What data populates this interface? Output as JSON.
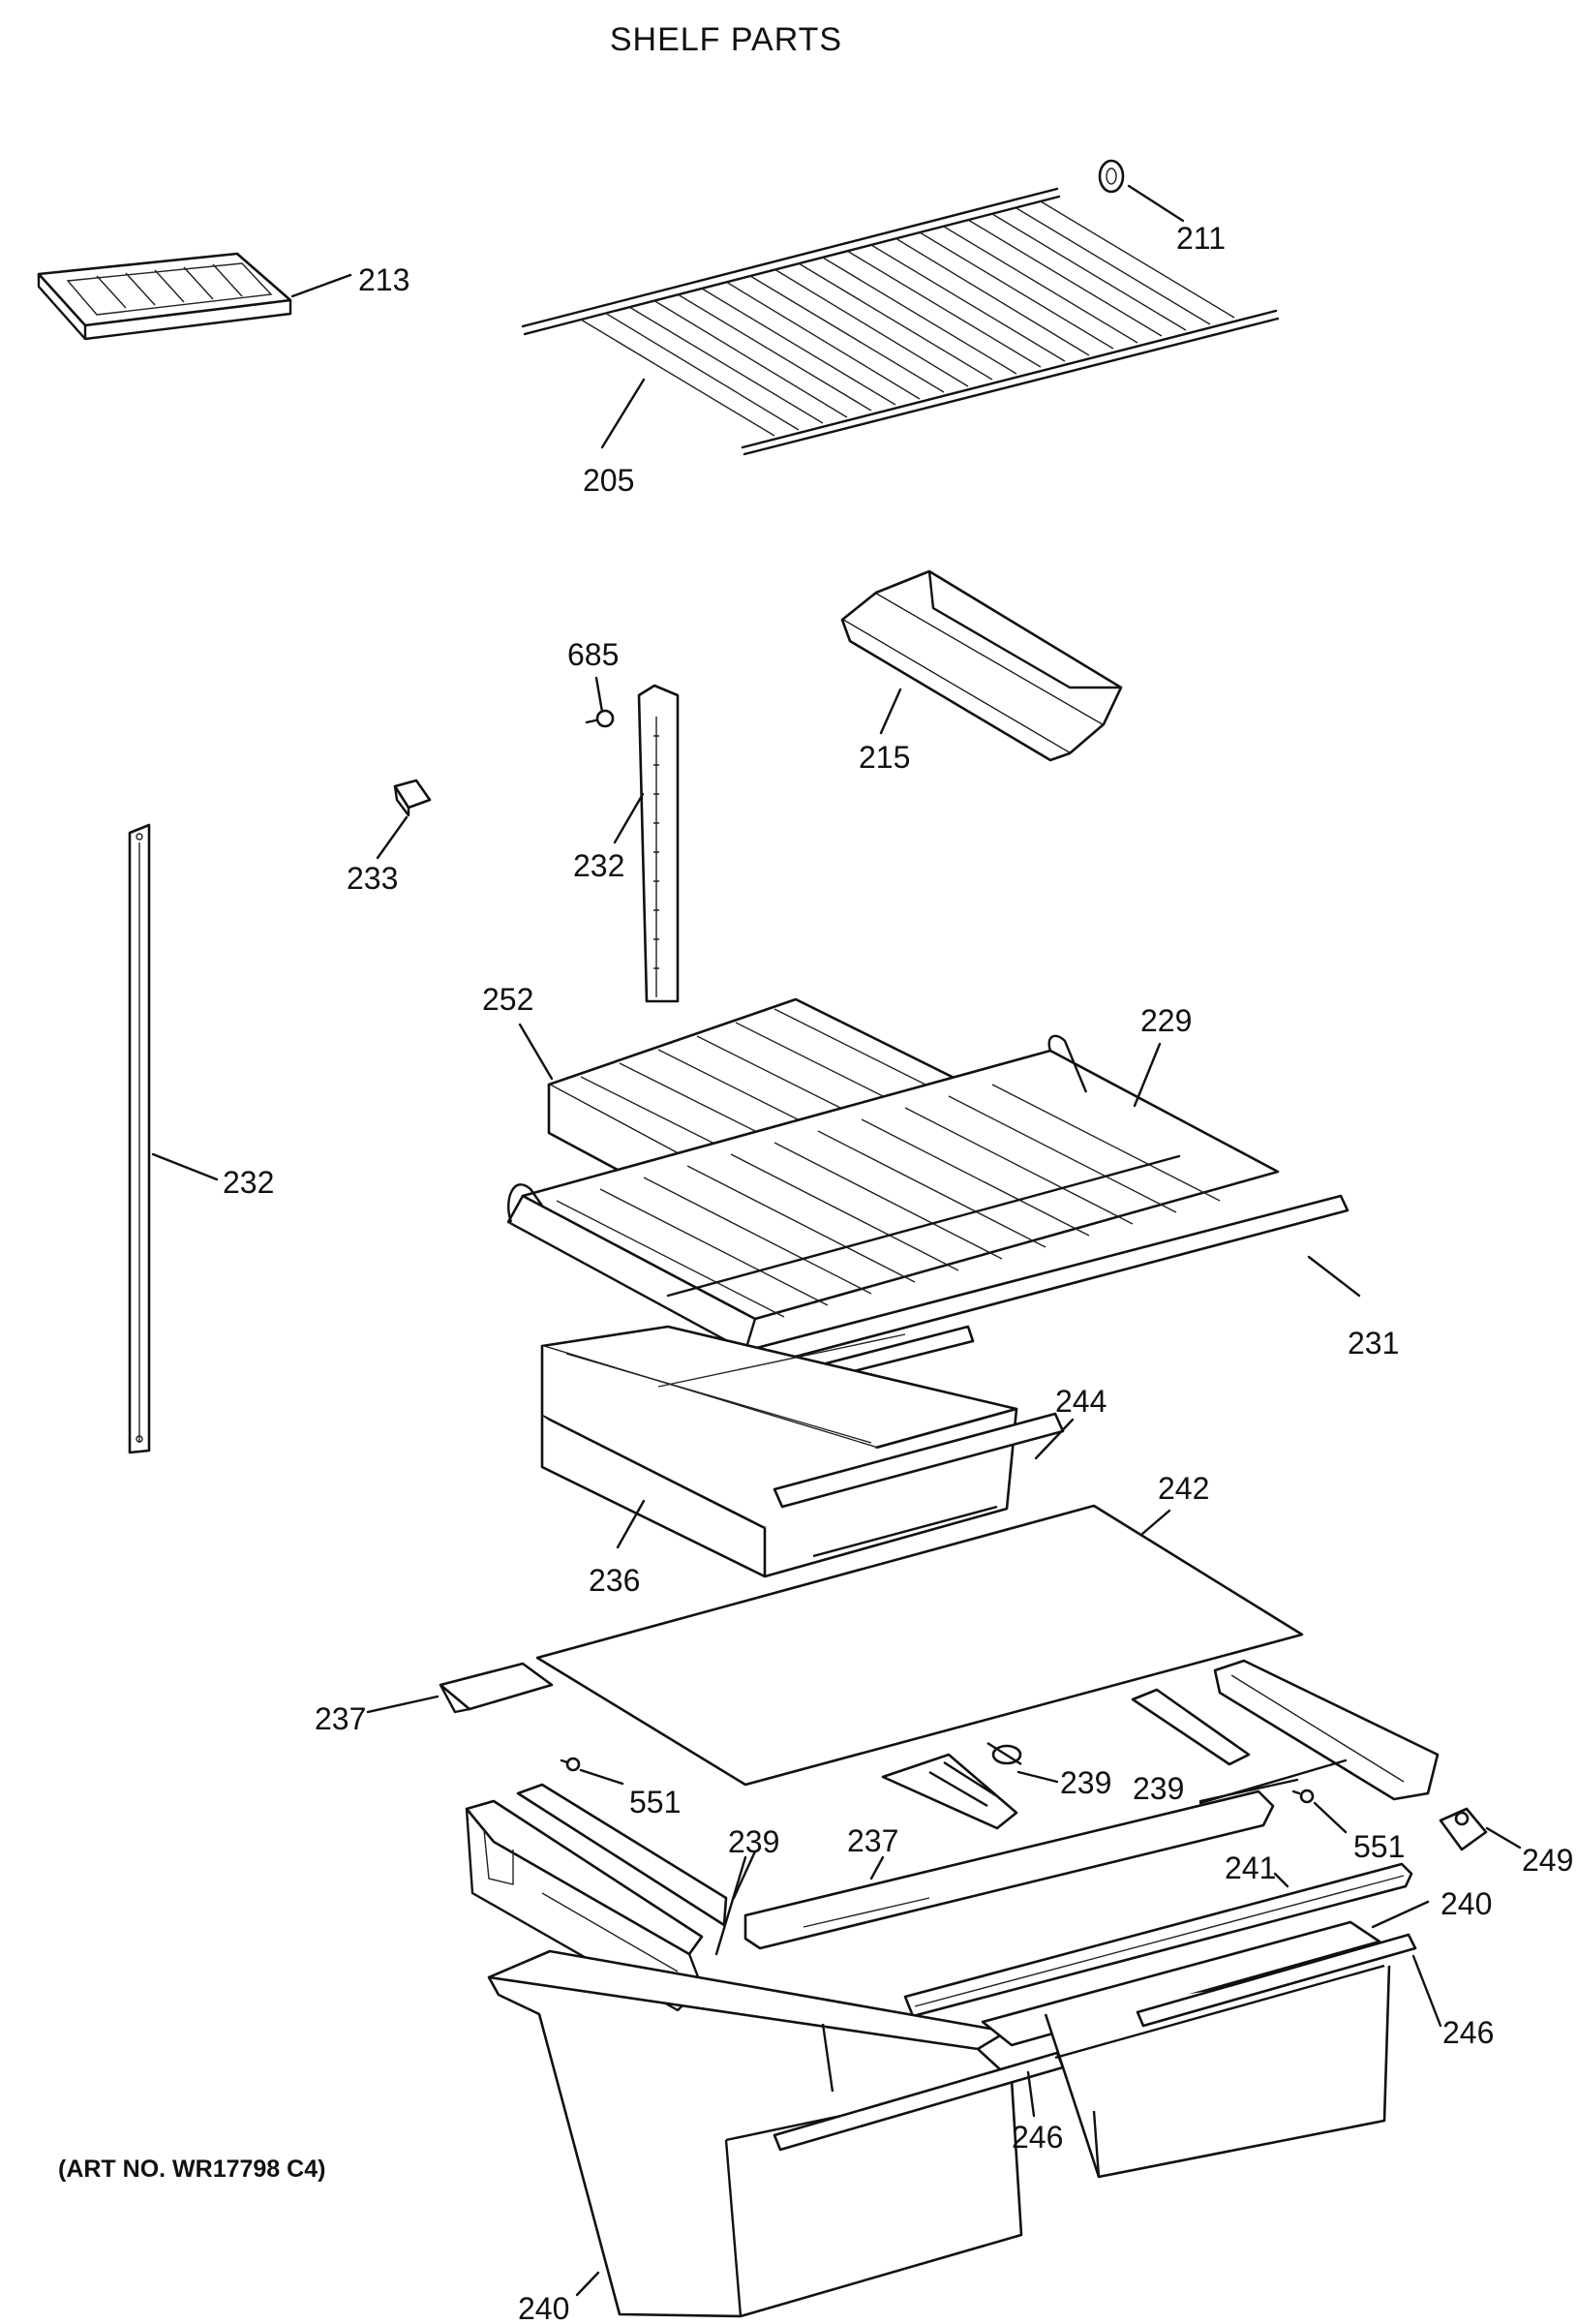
{
  "title": "SHELF PARTS",
  "art_number": "(ART NO. WR17798 C4)",
  "callouts": {
    "c211": "211",
    "c213": "213",
    "c205": "205",
    "c685": "685",
    "c215": "215",
    "c233": "233",
    "c232a": "232",
    "c232b": "232",
    "c252": "252",
    "c229": "229",
    "c231": "231",
    "c244": "244",
    "c236": "236",
    "c242": "242",
    "c237a": "237",
    "c551a": "551",
    "c239a": "239",
    "c239b": "239",
    "c239c": "239",
    "c237b": "237",
    "c551b": "551",
    "c249": "249",
    "c241": "241",
    "c240a": "240",
    "c246a": "246",
    "c246b": "246",
    "c240b": "240"
  }
}
